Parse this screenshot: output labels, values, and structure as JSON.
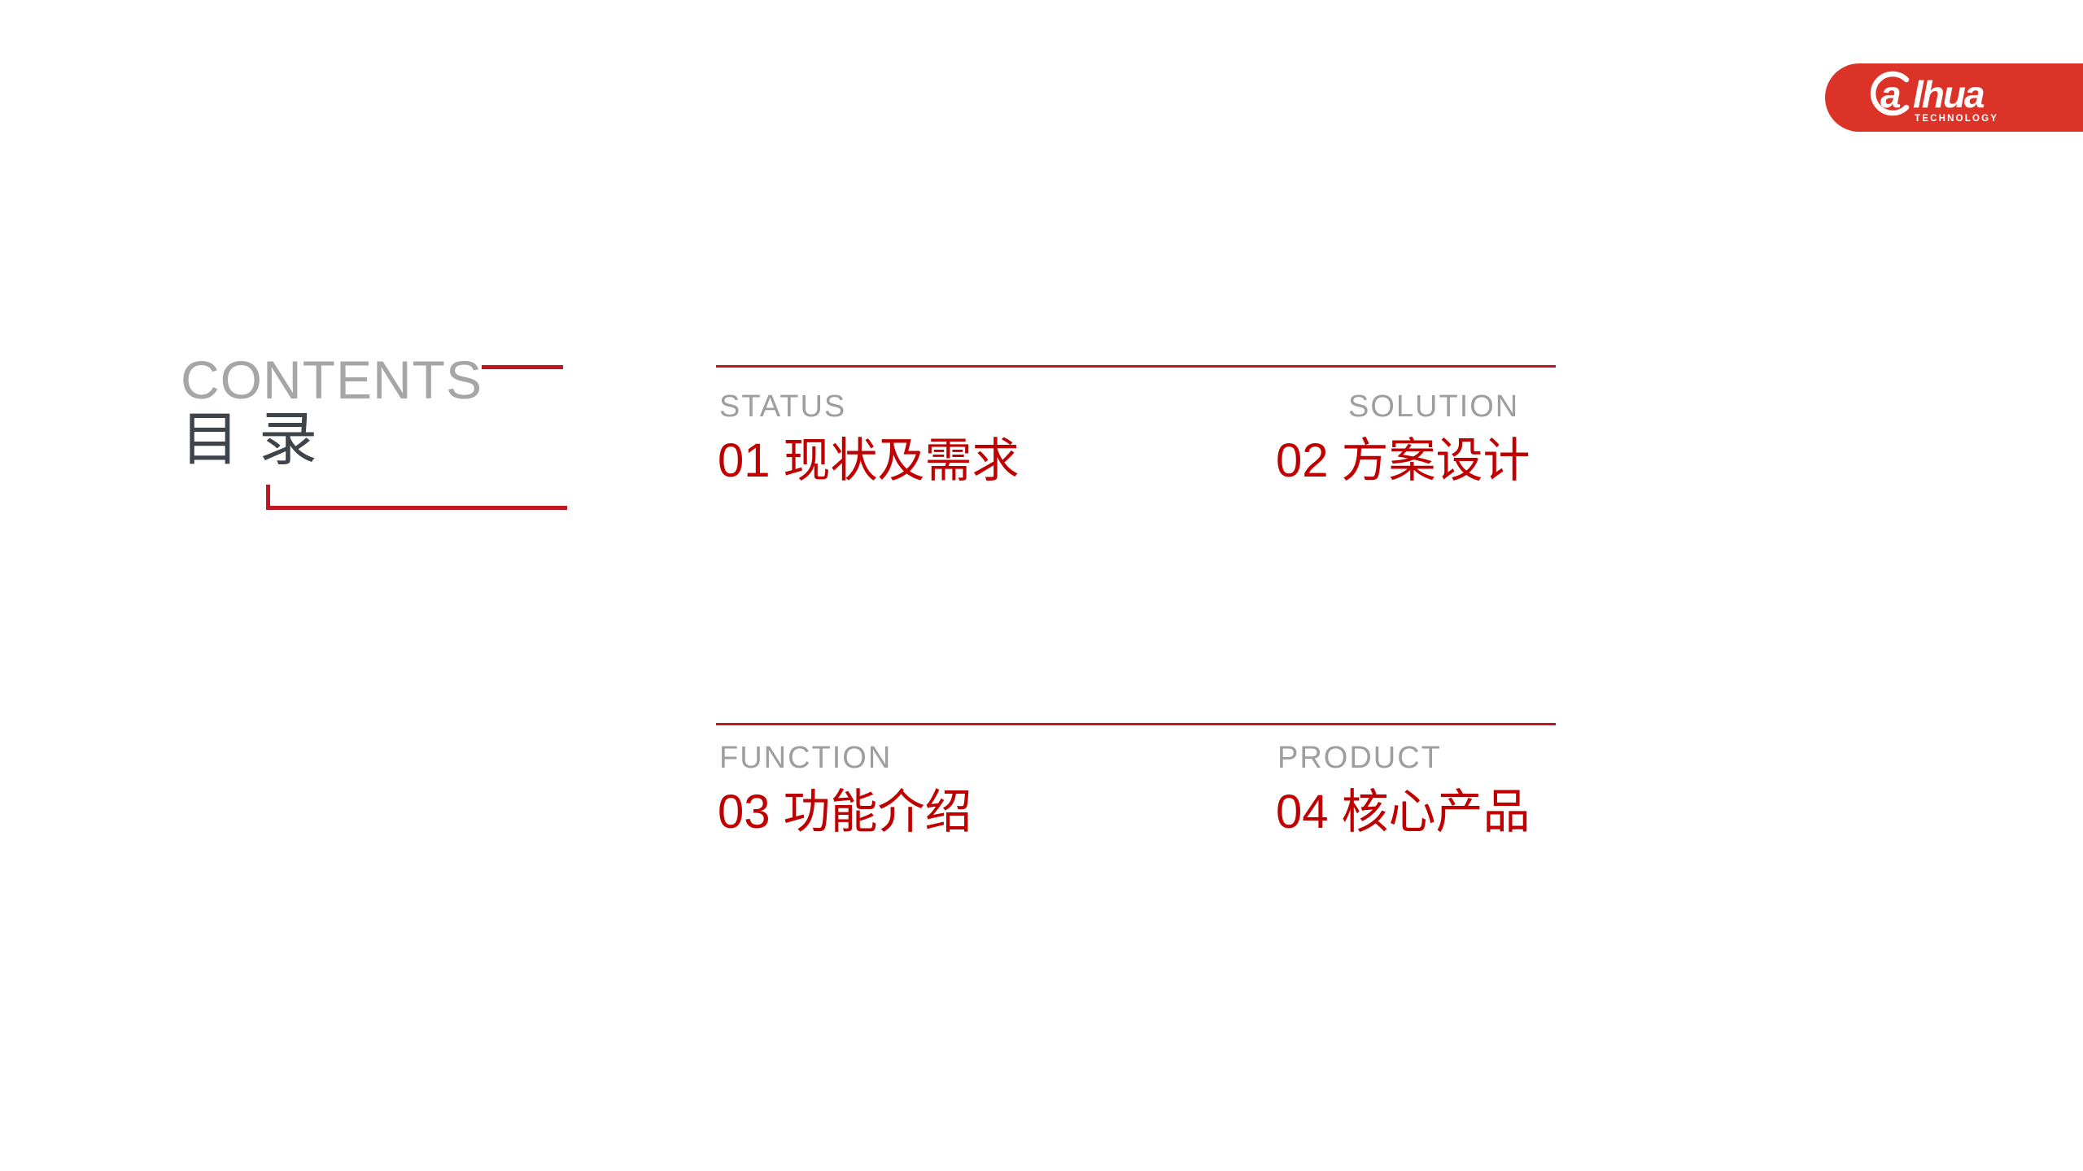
{
  "colors": {
    "background": "#ffffff",
    "logo_red": "#DB3327",
    "accent_line": "#C01622",
    "title_red": "#C00000",
    "label_gray": "#9E9E9E",
    "heading_gray": "#A6A6A6",
    "heading_dark": "#3F444B"
  },
  "logo": {
    "brand_a": "a",
    "brand_rest": "lhua",
    "sub": "TECHNOLOGY"
  },
  "title": {
    "en": "CONTENTS",
    "zh": "目 录"
  },
  "toc": {
    "items": [
      {
        "label": "STATUS",
        "number": "01",
        "title": "现状及需求"
      },
      {
        "label": "SOLUTION",
        "number": "02",
        "title": "方案设计"
      },
      {
        "label": "FUNCTION",
        "number": "03",
        "title": "功能介绍"
      },
      {
        "label": "PRODUCT",
        "number": "04",
        "title": "核心产品"
      }
    ]
  }
}
